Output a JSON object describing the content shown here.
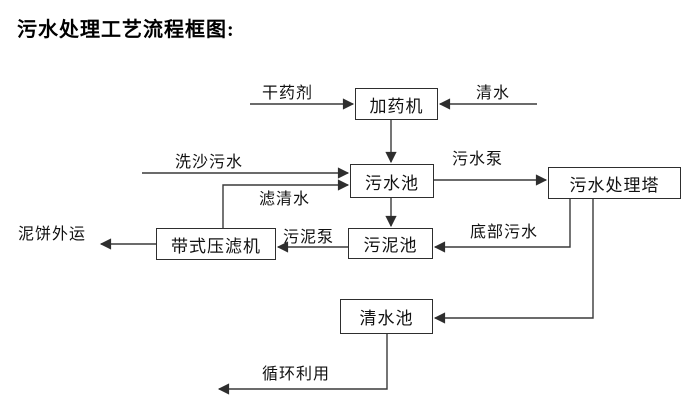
{
  "title": "污水处理工艺流程框图:",
  "colors": {
    "line": "#3a3a3a",
    "text": "#111111",
    "background": "#ffffff"
  },
  "nodes": {
    "dosing_machine": {
      "label": "加药机"
    },
    "sewage_pool": {
      "label": "污水池"
    },
    "treatment_tower": {
      "label": "污水处理塔"
    },
    "sludge_pool": {
      "label": "污泥池"
    },
    "belt_filter_press": {
      "label": "带式压滤机"
    },
    "clear_water_pool": {
      "label": "清水池"
    }
  },
  "flow_labels": {
    "dry_chemical": "干药剂",
    "clear_water": "清水",
    "sand_washing_sewage": "洗沙污水",
    "filtered_water": "滤清水",
    "sewage_pump": "污水泵",
    "bottom_sewage": "底部污水",
    "sludge_pump": "污泥泵",
    "mud_cake_outbound": "泥饼外运",
    "recycling": "循环利用"
  }
}
